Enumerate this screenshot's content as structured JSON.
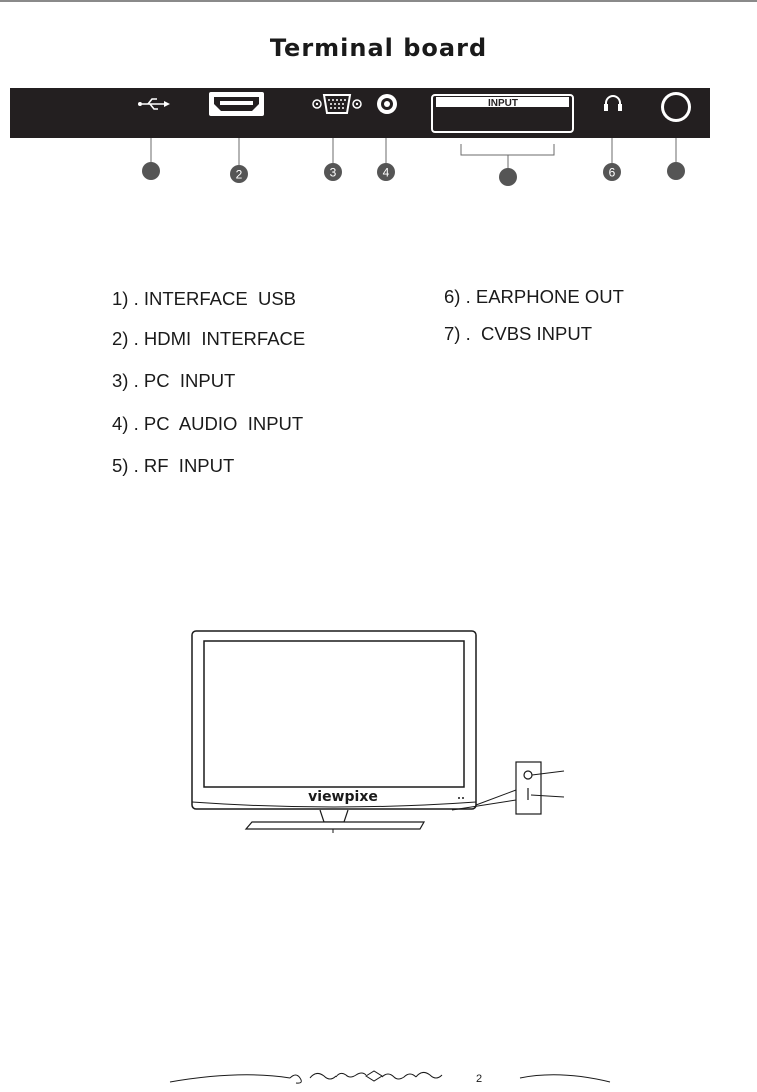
{
  "page": {
    "title": "Terminal  board",
    "panel_label": "INPUT",
    "markers": [
      "",
      "2",
      "3",
      "4",
      "",
      "6",
      ""
    ],
    "legend_left": [
      "1) . INTERFACE  USB",
      "2) . HDMI  INTERFACE",
      "3) . PC  INPUT",
      "4) . PC  AUDIO  INPUT",
      "5) . RF  INPUT"
    ],
    "legend_right": [
      "6) . EARPHONE OUT",
      "7) .  CVBS INPUT"
    ],
    "tv_brand": "viewpixe",
    "footer_page_number": "2"
  },
  "icons": [
    "usb-icon",
    "hdmi-port-icon",
    "vga-port-icon",
    "audio-jack-icon",
    "headphone-icon",
    "rf-connector-icon",
    "power-button-icon",
    "power-switch-icon"
  ],
  "colors": {
    "panel": "#231f20",
    "marker": "#555555",
    "ink": "#1a1a1a"
  }
}
